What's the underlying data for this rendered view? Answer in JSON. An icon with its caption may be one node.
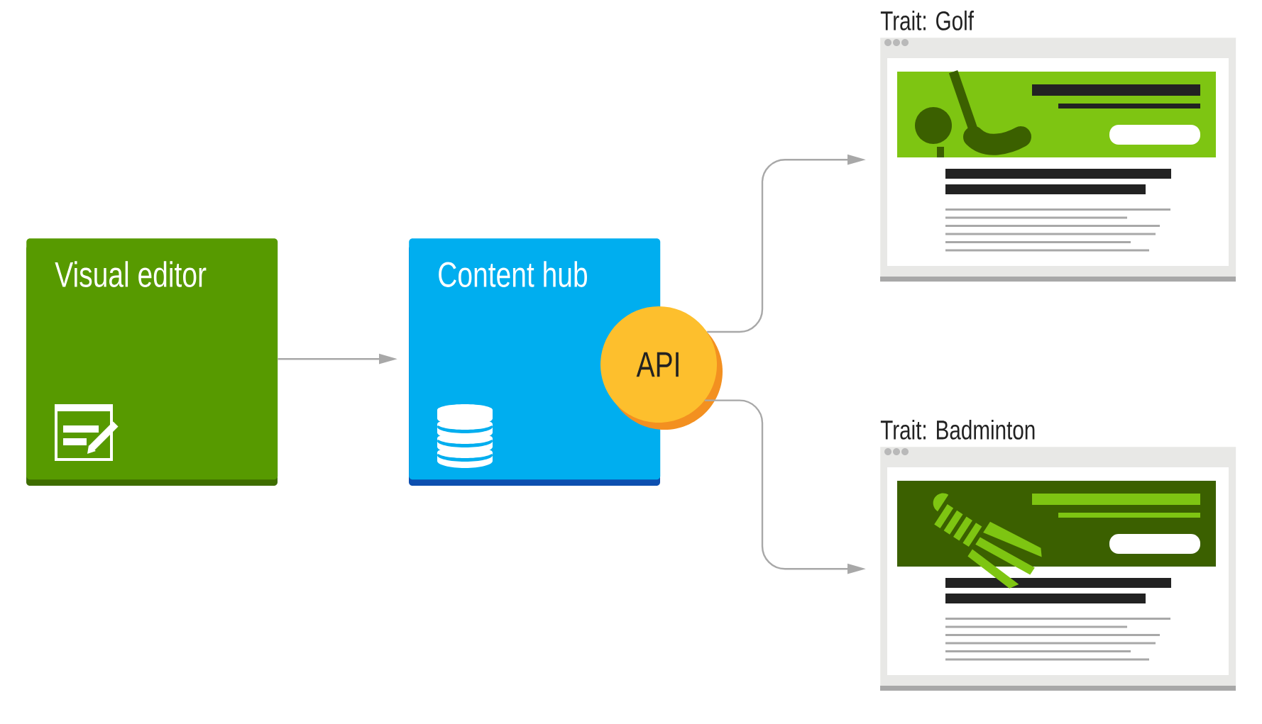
{
  "diagram": {
    "nodes": [
      {
        "text": [
          "Visual editor"
        ]
      },
      {
        "text": [
          "Content hub"
        ]
      },
      {
        "text": [
          "API"
        ]
      },
      {
        "text": [
          "Trait: Golf"
        ]
      },
      {
        "text": [
          "Trait: Badminton"
        ]
      }
    ],
    "edges": [
      {
        "from": 0,
        "to": 1,
        "arrow": "to"
      },
      {
        "from": 2,
        "to": 3,
        "arrow": "to"
      },
      {
        "from": 2,
        "to": 4,
        "arrow": "to"
      }
    ]
  }
}
